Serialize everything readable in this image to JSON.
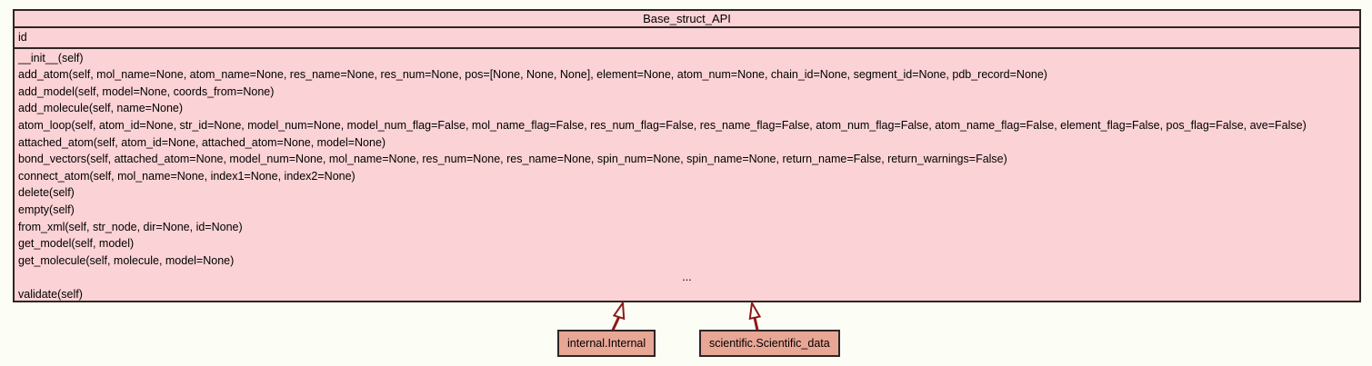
{
  "colors": {
    "background": "#fcfef6",
    "class_fill": "#fbd2d5",
    "class_border": "#2e2525",
    "subclass_fill": "#e8a695",
    "arrow": "#8b1a1a",
    "text": "#000000"
  },
  "base_class": {
    "title": "Base_struct_API",
    "attributes": [
      "id"
    ],
    "methods": [
      "__init__(self)",
      "add_atom(self, mol_name=None, atom_name=None, res_name=None, res_num=None, pos=[None, None, None], element=None, atom_num=None, chain_id=None, segment_id=None, pdb_record=None)",
      "add_model(self, model=None, coords_from=None)",
      "add_molecule(self, name=None)",
      "atom_loop(self, atom_id=None, str_id=None, model_num=None, model_num_flag=False, mol_name_flag=False, res_num_flag=False, res_name_flag=False, atom_num_flag=False, atom_name_flag=False, element_flag=False, pos_flag=False, ave=False)",
      "attached_atom(self, atom_id=None, attached_atom=None, model=None)",
      "bond_vectors(self, attached_atom=None, model_num=None, mol_name=None, res_num=None, res_name=None, spin_num=None, spin_name=None, return_name=False, return_warnings=False)",
      "connect_atom(self, mol_name=None, index1=None, index2=None)",
      "delete(self)",
      "empty(self)",
      "from_xml(self, str_node, dir=None, id=None)",
      "get_model(self, model)",
      "get_molecule(self, molecule, model=None)",
      "...",
      "validate(self)"
    ]
  },
  "subclasses": [
    {
      "label": "internal.Internal"
    },
    {
      "label": "scientific.Scientific_data"
    }
  ]
}
